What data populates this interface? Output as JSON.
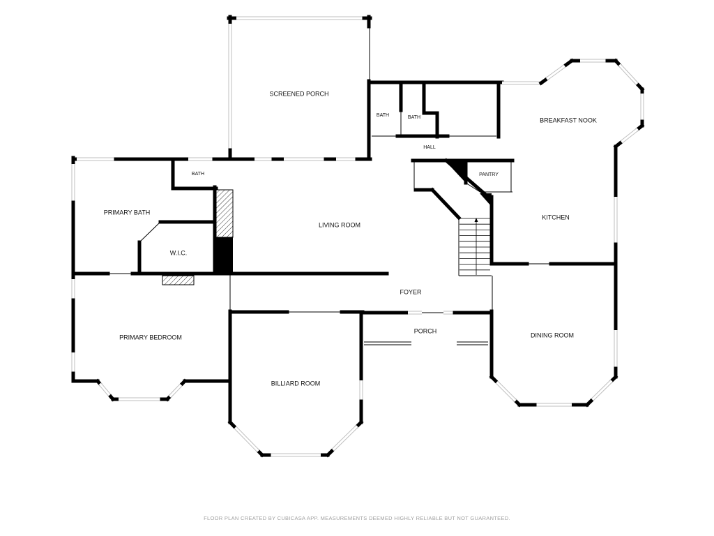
{
  "rooms": {
    "screened_porch": "SCREENED PORCH",
    "bath_hall_left": "BATH",
    "bath_hall_right": "BATH",
    "hall": "HALL",
    "breakfast_nook": "BREAKFAST NOOK",
    "pantry": "PANTRY",
    "bath_primary_wing": "BATH",
    "primary_bath": "PRIMARY BATH",
    "living_room": "LIVING ROOM",
    "kitchen": "KITCHEN",
    "wic": "W.I.C.",
    "foyer": "FOYER",
    "porch": "PORCH",
    "dining_room": "DINING ROOM",
    "primary_bedroom": "PRIMARY BEDROOM",
    "billiard_room": "BILLIARD ROOM"
  },
  "footer": "FLOOR PLAN CREATED BY CUBICASA APP. MEASUREMENTS DEEMED HIGHLY RELIABLE BUT NOT GUARANTEED.",
  "colors": {
    "wall": "#000000",
    "window": "#bfbfbf",
    "background": "#ffffff",
    "footer_text": "#a0a0a0"
  }
}
